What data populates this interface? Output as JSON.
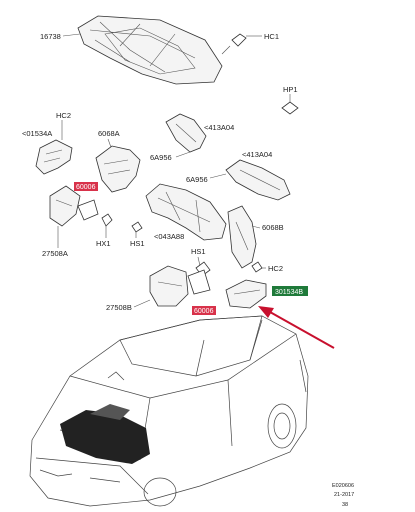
{
  "labels": {
    "hood_insulator": "16738",
    "hc1": "HC1",
    "hp1": "HP1",
    "hc2_top": "HC2",
    "ref_01534a": "<01534A",
    "ref_6068a": "6068A",
    "ref_413a04_top": "<413A04",
    "ref_6a956_left": "6A956",
    "ref_413a04_right": "<413A04",
    "ref_6a956_right": "6A956",
    "ref_27508a": "27508A",
    "hx1": "HX1",
    "hs1_left": "HS1",
    "ref_043a88": "<043A88",
    "ref_6068b": "6068B",
    "hs1_mid": "HS1",
    "hc2_right": "HC2",
    "ref_27508b": "27508B",
    "highlight_left": "60006",
    "highlight_mid": "60006",
    "highlight_right": "301534B"
  },
  "footer": {
    "code": "E020606",
    "date": "21-2017",
    "page": "38"
  },
  "colors": {
    "highlight_red": "#d8324a",
    "highlight_green": "#1f7a3a",
    "arrow": "#c8102e"
  }
}
